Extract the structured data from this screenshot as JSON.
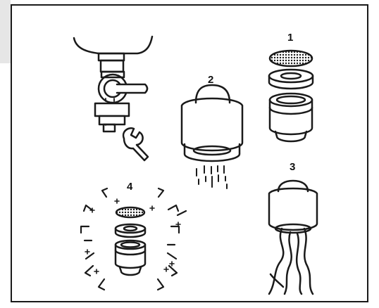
{
  "steps": {
    "s1": "1",
    "s2": "2",
    "s3": "3",
    "s4": "4"
  },
  "icons": {
    "faucet": "faucet-with-wrench-icon",
    "aerator_parts": "aerator-parts-exploded-icon",
    "aerator_water": "aerator-flowing-water-icon",
    "aerator_cloth": "aerator-wiped-with-cloth-icon",
    "clean_parts": "clean-sparkling-parts-icon"
  },
  "colors": {
    "line": "#1a1a1a",
    "tab": "#e6e6e6",
    "background": "#ffffff"
  }
}
